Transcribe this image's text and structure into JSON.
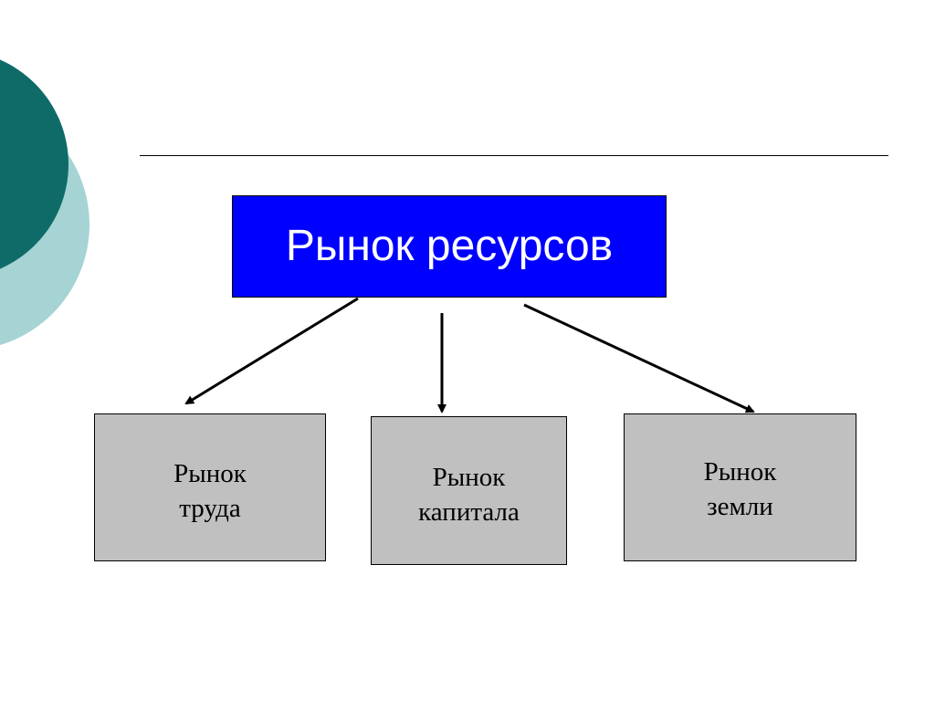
{
  "colors": {
    "main_box": "#0000ff",
    "sub_box": "#c0c0c0",
    "deco_dark": "#0e6b68",
    "deco_light": "#a6d3d3"
  },
  "diagram": {
    "root": {
      "label": "Рынок ресурсов"
    },
    "children": [
      {
        "line1": "Рынок",
        "line2": "труда"
      },
      {
        "line1": "Рынок",
        "line2": "капитала"
      },
      {
        "line1": "Рынок",
        "line2": "земли"
      }
    ]
  }
}
